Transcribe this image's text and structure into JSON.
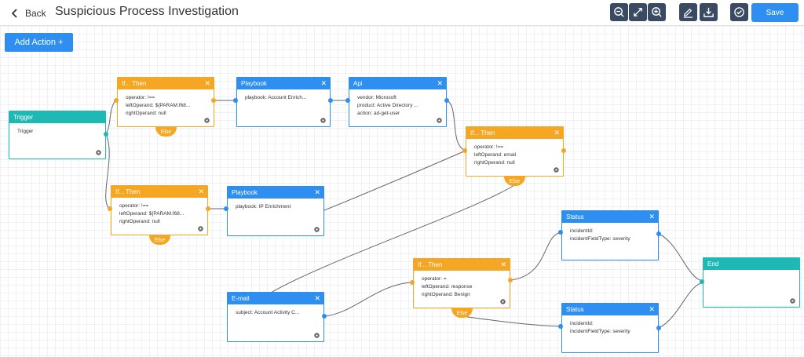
{
  "header": {
    "back_label": "Back",
    "title": "Suspicious Process Investigation",
    "toolbar_icons": [
      "zoom-out-icon",
      "fit-icon",
      "zoom-in-icon",
      "edit-icon",
      "download-icon",
      "check-circle-icon"
    ],
    "save_label": "Save"
  },
  "canvas": {
    "add_action_label": "Add Action +"
  },
  "nodes": {
    "trigger": {
      "title": "Trigger",
      "lines": [
        "Trigger"
      ]
    },
    "if1": {
      "title": "If... Then",
      "lines": [
        "operator: !==",
        "leftOperand: ${PARAM.f68...",
        "rightOperand: null"
      ],
      "else_label": "Else"
    },
    "playbook1": {
      "title": "Playbook",
      "lines": [
        "playbook: Account Enrich..."
      ]
    },
    "api": {
      "title": "Api",
      "lines": [
        "vendor: Microsoft",
        "product: Active Directory ...",
        "action: ad-get-user"
      ]
    },
    "if2": {
      "title": "If... Then",
      "lines": [
        "operator: !==",
        "leftOperand: ${PARAM.f68...",
        "rightOperand: null"
      ],
      "else_label": "Else"
    },
    "playbook2": {
      "title": "Playbook",
      "lines": [
        "playbook: IP Enrichment"
      ]
    },
    "if3": {
      "title": "If... Then",
      "lines": [
        "operator: !==",
        "leftOperand: email",
        "rightOperand: null"
      ],
      "else_label": "Else"
    },
    "email": {
      "title": "E-mail",
      "lines": [
        "subject: Account Activity C..."
      ]
    },
    "if4": {
      "title": "If... Then",
      "lines": [
        "operator: =",
        "leftOperand: response",
        "rightOperand: Benign"
      ],
      "else_label": "Else"
    },
    "status1": {
      "title": "Status",
      "lines": [
        "incidentId:",
        "incidentFieldType: severity"
      ]
    },
    "status2": {
      "title": "Status",
      "lines": [
        "incidentId:",
        "incidentFieldType: severity"
      ]
    },
    "end": {
      "title": "End",
      "lines": []
    }
  },
  "colors": {
    "accent_blue": "#2e8ff0",
    "condition_orange": "#f5a623",
    "terminal_teal": "#1fb9b5",
    "toolbar_dark": "#3b4a63"
  }
}
